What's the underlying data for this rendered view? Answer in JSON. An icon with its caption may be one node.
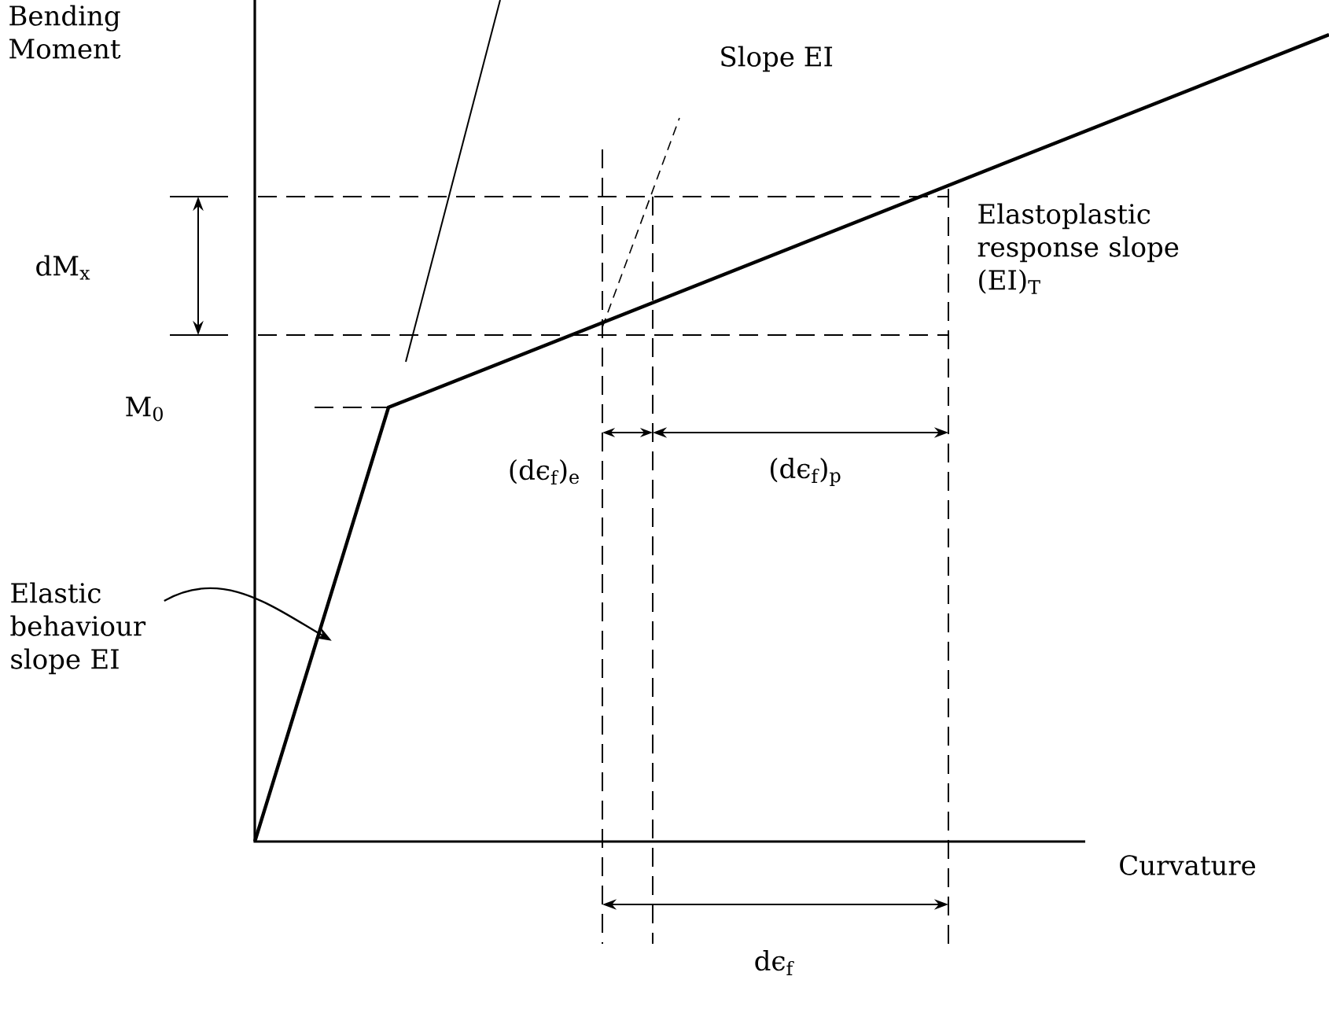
{
  "diagram": {
    "nodes": [
      {
        "text": [
          "Elastic behaviour slope EI"
        ]
      },
      {
        "text": [],
        "shape": "line"
      }
    ],
    "edges": [
      {
        "from": 0,
        "to": 1,
        "arrow": "to"
      }
    ],
    "labels": [
      "Bending Moment",
      "Slope EI",
      "dM$_{x}$",
      "Elastoplastic response slope (EI)$_{T}$",
      "M$_{0}$",
      "(dϵ$_{f}$)$_{e}$",
      "(dϵ$_{f}$)$_{p}$",
      "Curvature",
      "dϵ$_{f}$"
    ]
  }
}
